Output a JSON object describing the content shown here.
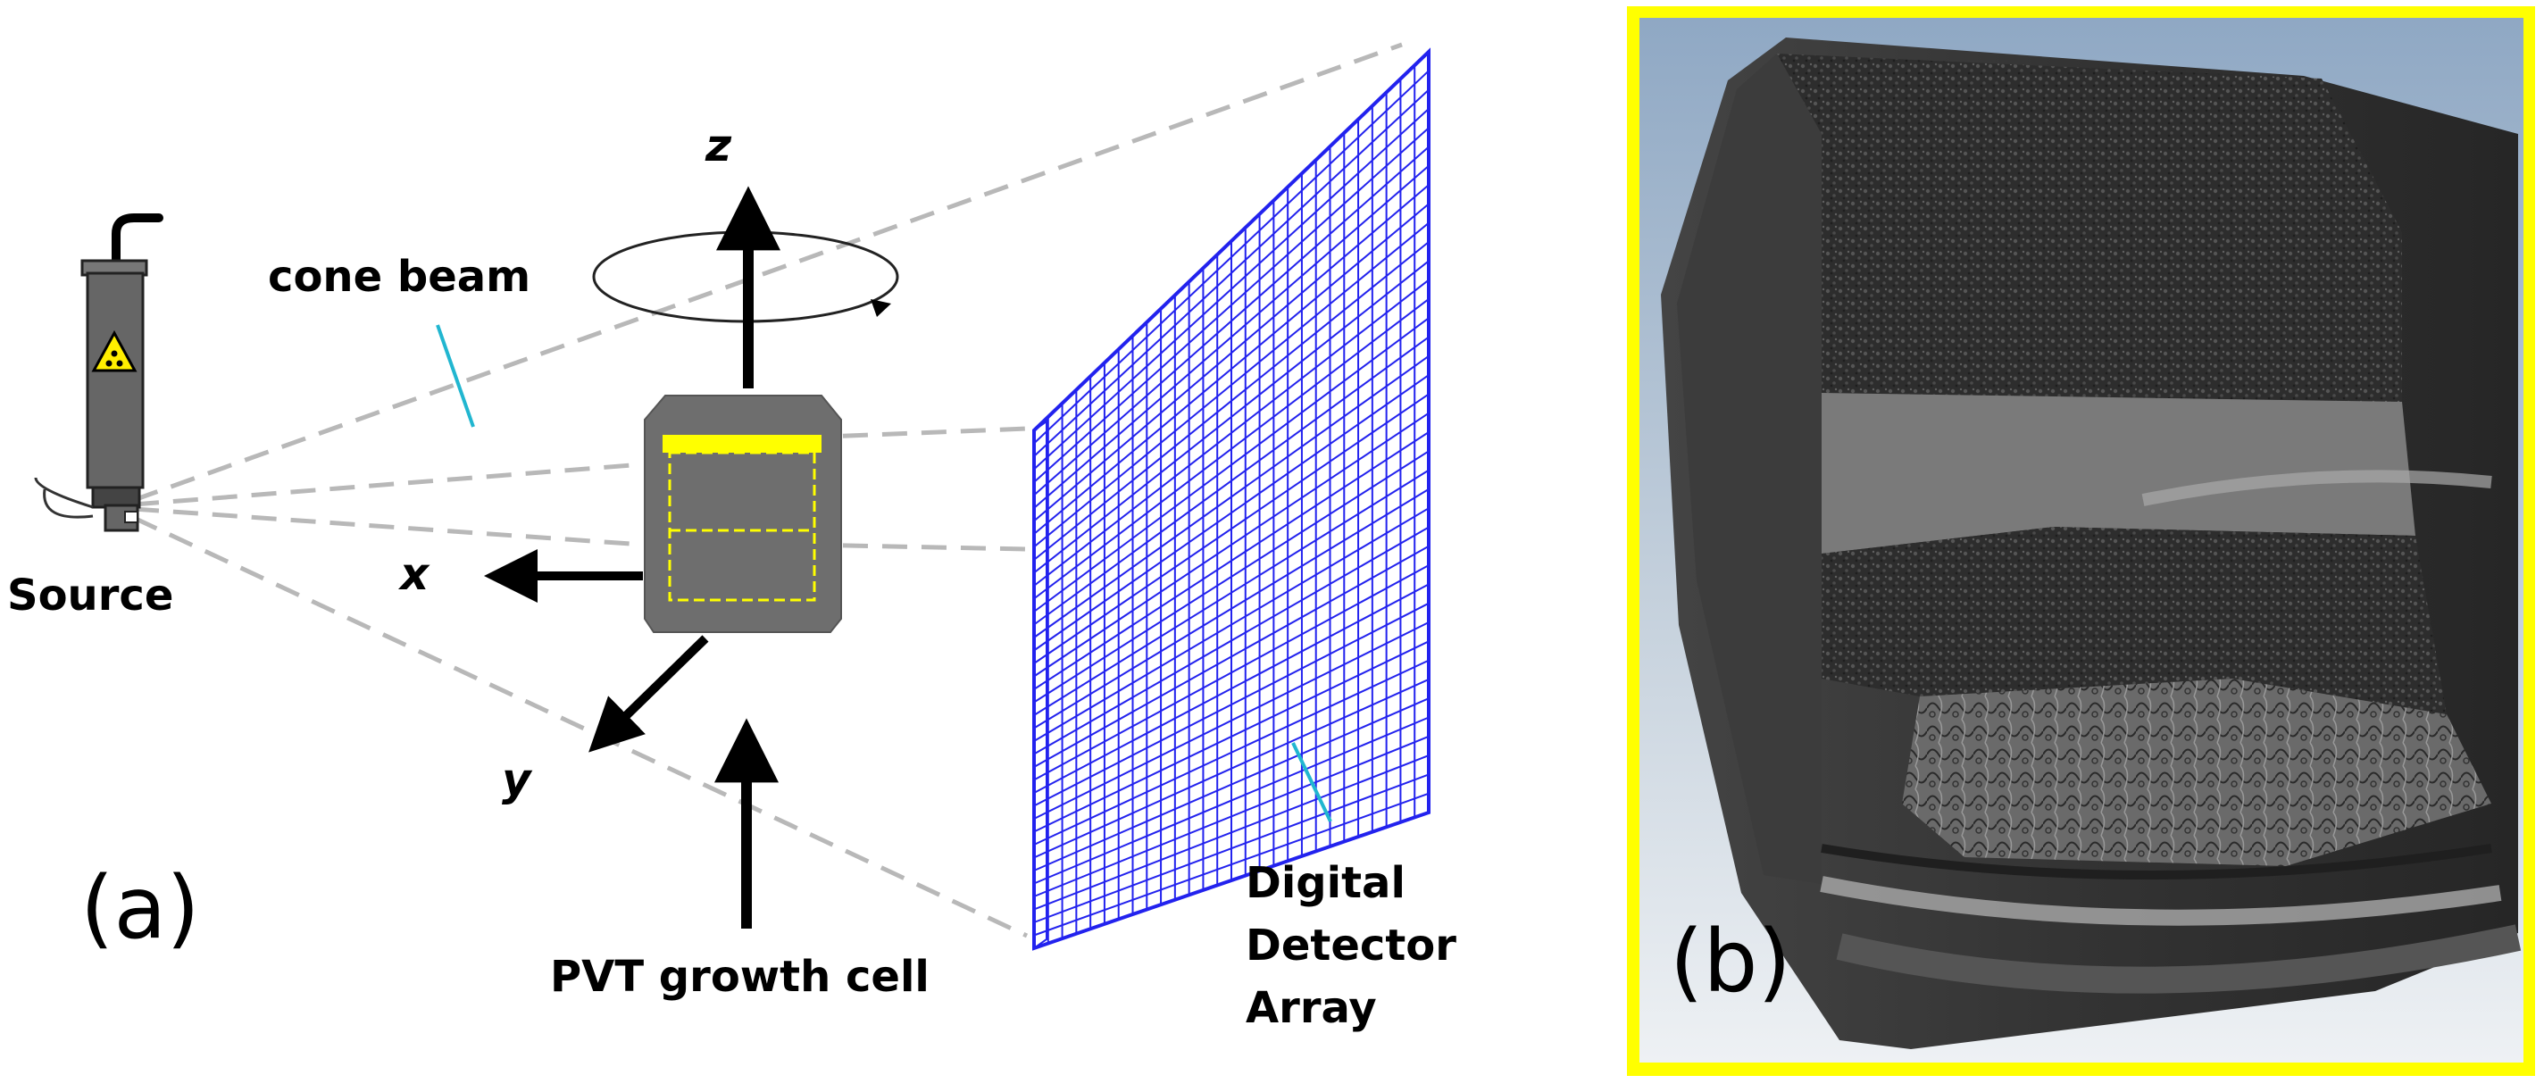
{
  "panel_a": {
    "label": "(a)",
    "source_label": "Source",
    "cone_beam_label": "cone beam",
    "axis_x": "x",
    "axis_y": "y",
    "axis_z": "z",
    "cell_label": "PVT growth cell",
    "detector_label_line1": "Digital",
    "detector_label_line2": "Detector",
    "detector_label_line3": "Array",
    "detector_grid": {
      "columns": 28,
      "rows": 40
    }
  },
  "panel_b": {
    "label": "(b)"
  },
  "colors": {
    "detector_grid": "#2222ee",
    "frame_highlight": "#ffff00",
    "leader_line": "#21b6d0",
    "beam_dash": "#b8b8b8",
    "cell_body": "#6e6e6e"
  }
}
